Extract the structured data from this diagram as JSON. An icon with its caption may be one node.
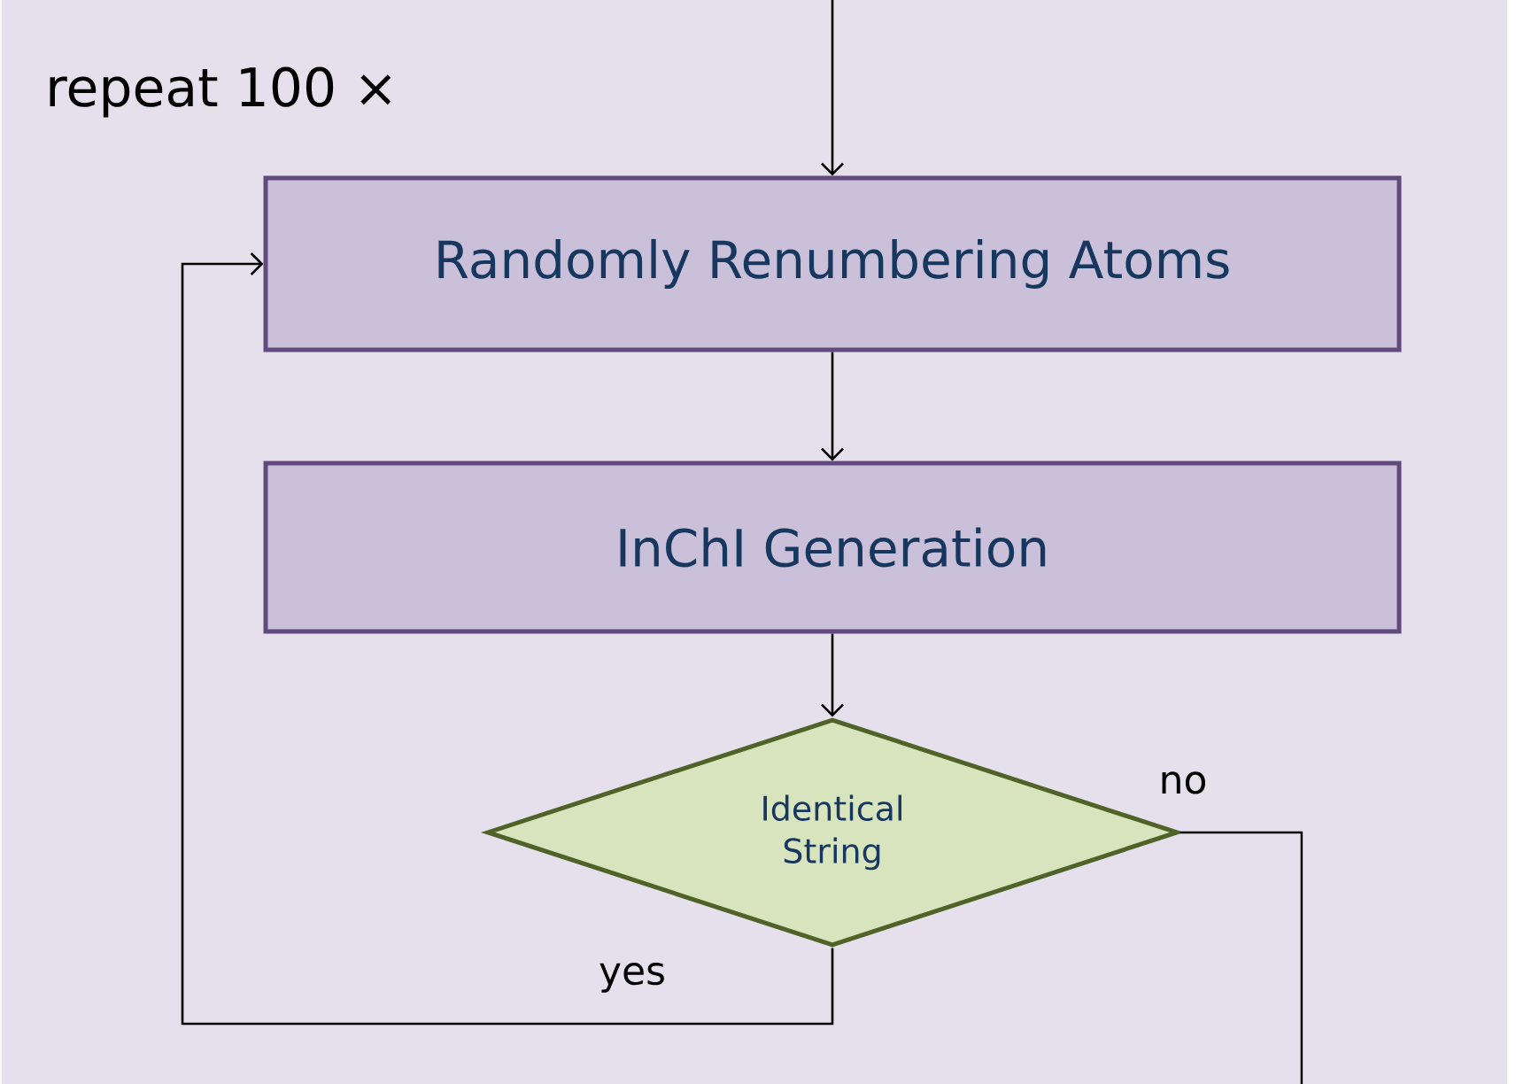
{
  "diagram": {
    "nodes": [
      {
        "text": [
          "repeat 100 ×"
        ]
      },
      {
        "text": [
          "Randomly Renumbering Atoms"
        ],
        "in": 0
      },
      {
        "text": [
          "InChI Generation"
        ],
        "in": 0
      },
      {
        "text": [
          "Identical String"
        ],
        "in": 0
      }
    ],
    "edges": [
      {
        "from": null,
        "to": 1,
        "arrow": "to"
      },
      {
        "from": 1,
        "to": 2,
        "arrow": "to"
      },
      {
        "from": 2,
        "to": 3,
        "arrow": "to"
      },
      {
        "from": 3,
        "to": 1,
        "arrow": "to",
        "label": "yes"
      },
      {
        "from": 3,
        "to": null,
        "arrow": "none",
        "label": "no"
      }
    ]
  }
}
